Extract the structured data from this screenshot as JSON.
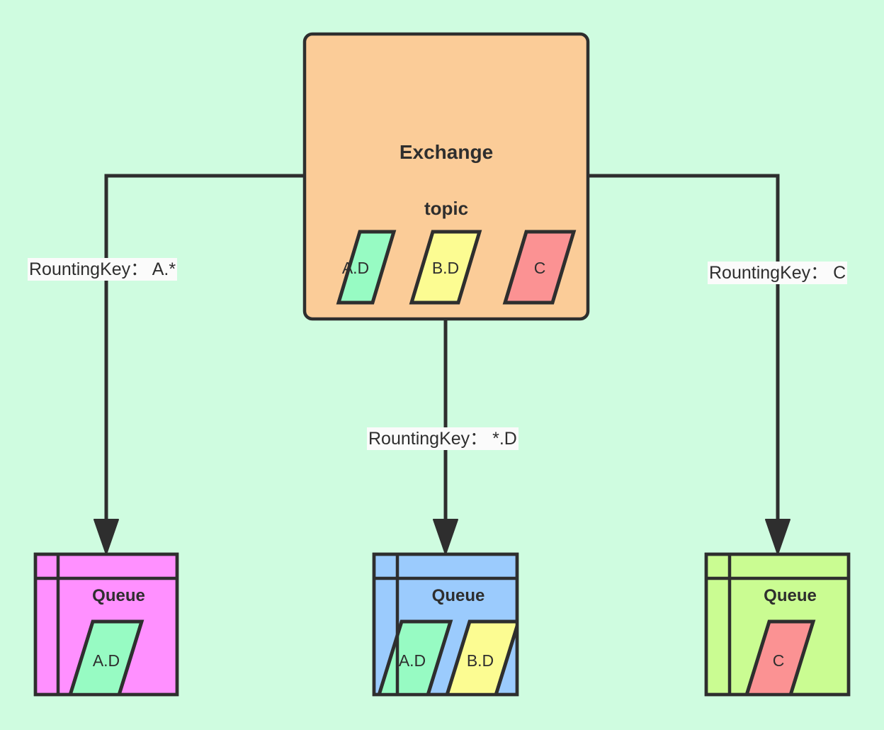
{
  "diagram": {
    "type": "rabbitmq-topic-exchange-routing",
    "background_color": "#CFFCE0",
    "stroke_color": "#2E2E2E"
  },
  "exchange": {
    "title": "Exchange",
    "subtitle": "topic",
    "fill_color": "#FBCC98",
    "messages": [
      {
        "label": "A.D",
        "fill_color": "#97FBC3"
      },
      {
        "label": "B.D",
        "fill_color": "#FCFC92"
      },
      {
        "label": "C",
        "fill_color": "#FB9293"
      }
    ]
  },
  "bindings": [
    {
      "label": "RountingKey： A.*",
      "key": "A.*"
    },
    {
      "label": "RountingKey： *.D",
      "key": "*.D"
    },
    {
      "label": "RountingKey： C",
      "key": "C"
    }
  ],
  "queues": [
    {
      "title": "Queue",
      "fill_color": "#FF90FF",
      "messages": [
        {
          "label": "A.D",
          "fill_color": "#97FBC3"
        }
      ]
    },
    {
      "title": "Queue",
      "fill_color": "#9BCBFD",
      "messages": [
        {
          "label": "A.D",
          "fill_color": "#97FBC3"
        },
        {
          "label": "B.D",
          "fill_color": "#FCFC92"
        }
      ]
    },
    {
      "title": "Queue",
      "fill_color": "#CAFC92",
      "messages": [
        {
          "label": "C",
          "fill_color": "#FB9293"
        }
      ]
    }
  ]
}
